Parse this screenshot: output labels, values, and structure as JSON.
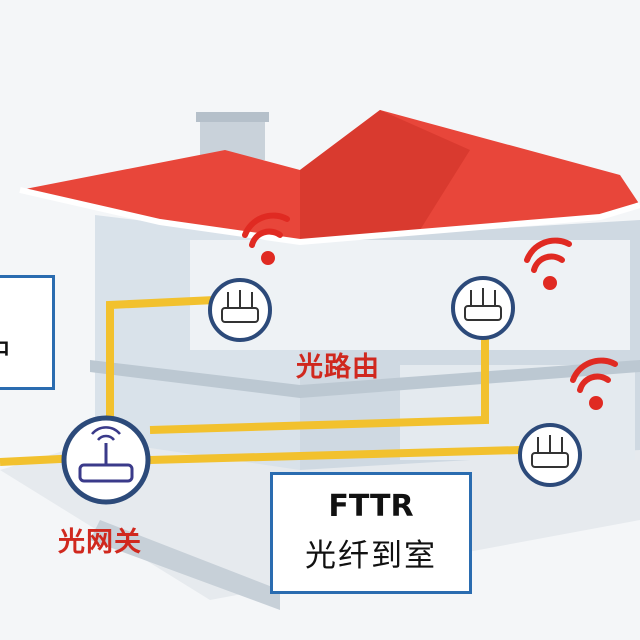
{
  "labels": {
    "optical_router": "光路由",
    "optical_gateway": "光网关",
    "left_box_text": "户"
  },
  "fttr_box": {
    "title": "FTTR",
    "subtitle": "光纤到室"
  },
  "colors": {
    "roof": "#e8463a",
    "fiber": "#f2c12e",
    "label_red": "#d0281e",
    "box_border": "#2a6cb0",
    "wifi": "#e02a22"
  }
}
